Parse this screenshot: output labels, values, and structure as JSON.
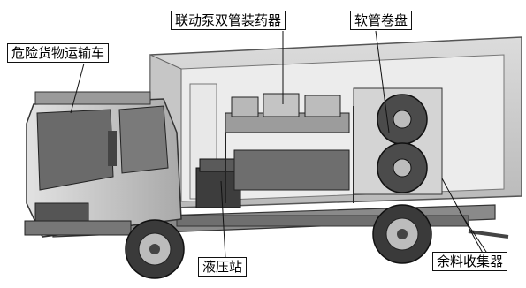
{
  "figure": {
    "labels": {
      "truck": "危险货物运输车",
      "pump": "联动泵双管装药器",
      "reel": "软管卷盘",
      "hydraulic": "液压站",
      "collector": "余料收集器"
    },
    "colors": {
      "outline": "#111111",
      "truck_body": "#bdbdbd",
      "cargo_box": "#cfcfcf",
      "background": "#ffffff"
    }
  }
}
